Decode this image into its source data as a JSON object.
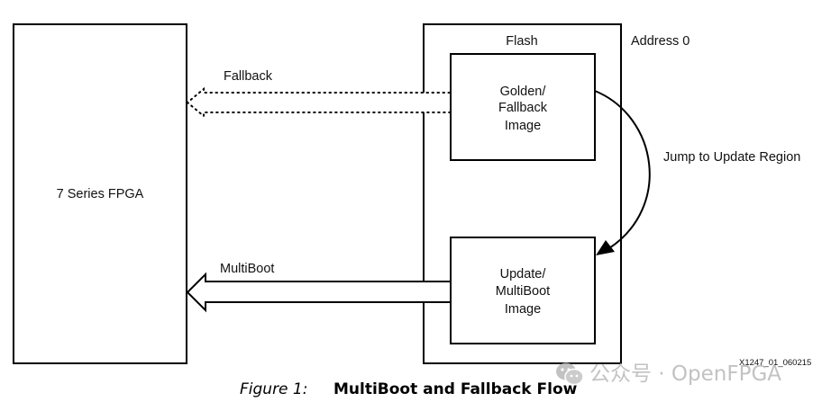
{
  "diagram": {
    "fpga_label": "7 Series FPGA",
    "flash_label": "Flash",
    "address_label": "Address 0",
    "golden_image": {
      "lines": [
        "Golden/",
        "Fallback",
        "Image"
      ]
    },
    "update_image": {
      "lines": [
        "Update/",
        "MultiBoot",
        "Image"
      ]
    },
    "fallback_arrow_label": "Fallback",
    "multiboot_arrow_label": "MultiBoot",
    "jump_label": "Jump to Update Region",
    "figure_id": "X1247_01_060215"
  },
  "caption": {
    "number": "Figure 1:",
    "title": "MultiBoot and Fallback Flow"
  },
  "watermark": {
    "icon": "wechat-icon",
    "text": "公众号 · OpenFPGA"
  },
  "colors": {
    "line": "#000000",
    "background": "#ffffff",
    "watermark": "#b8b8b8"
  }
}
